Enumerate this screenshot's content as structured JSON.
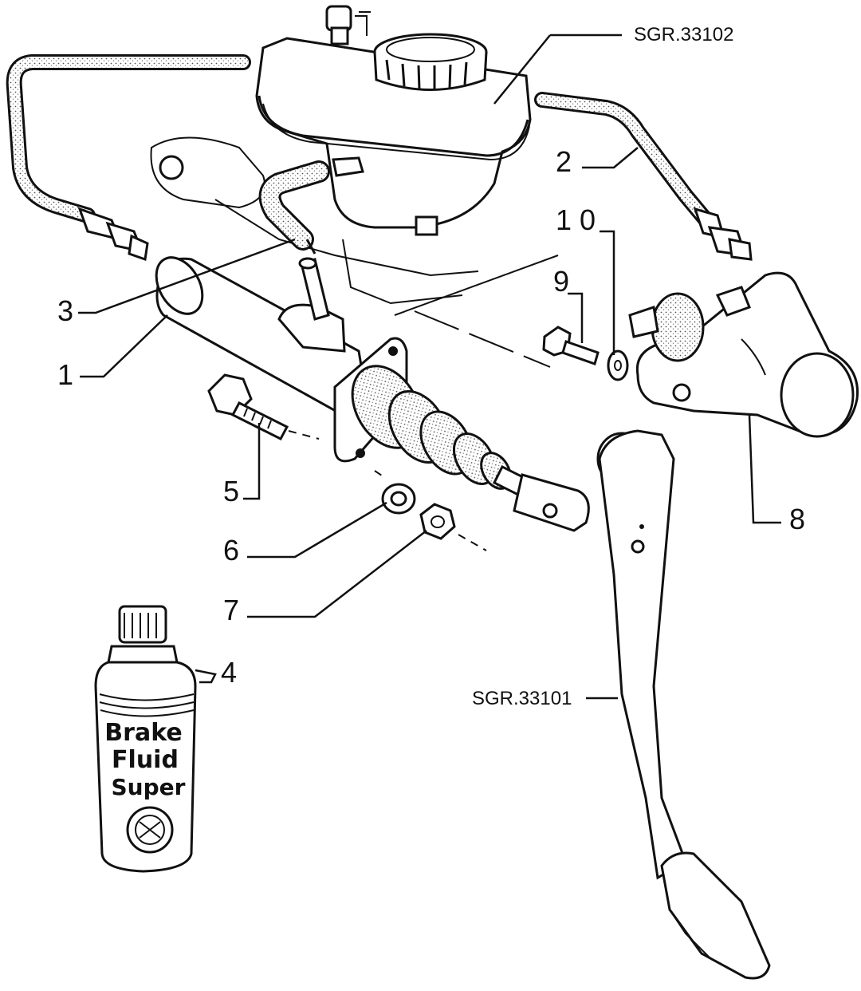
{
  "references": {
    "top": "SGR.33102",
    "pedal": "SGR.33101"
  },
  "callouts": [
    "1",
    "2",
    "3",
    "4",
    "5",
    "6",
    "7",
    "8",
    "9",
    "1 0"
  ],
  "bottle": {
    "label_line1": "Brake",
    "label_line2": "Fluid",
    "label_line3": "Super"
  },
  "colors": {
    "ink": "#111111",
    "paper": "#ffffff",
    "stipple": "#9a9a9a"
  }
}
